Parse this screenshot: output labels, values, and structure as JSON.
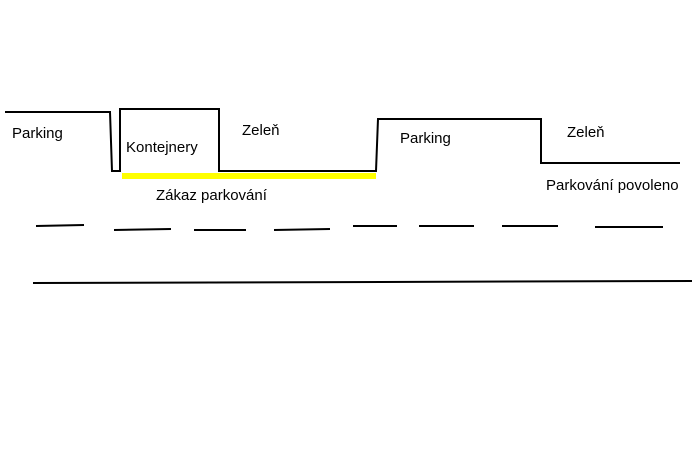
{
  "labels": {
    "parking_left": "Parking",
    "containers": "Kontejnery",
    "greenery_left": "Zeleň",
    "no_parking": "Zákaz parkování",
    "parking_right": "Parking",
    "greenery_right": "Zeleň",
    "parking_allowed": "Parkování povoleno"
  },
  "colors": {
    "line": "#000000",
    "no_parking_marking": "#ffff00",
    "background": "#ffffff"
  }
}
